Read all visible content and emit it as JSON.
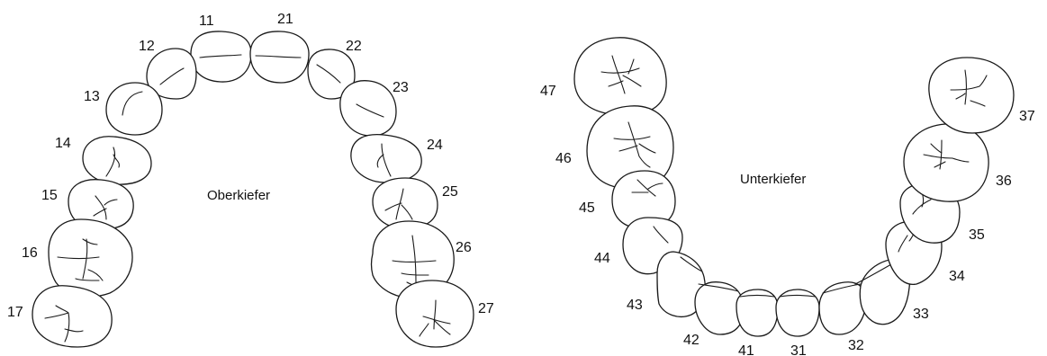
{
  "upper_jaw": {
    "label": "Oberkiefer",
    "tooth_numbers": [
      "11",
      "12",
      "13",
      "14",
      "15",
      "16",
      "17",
      "21",
      "22",
      "23",
      "24",
      "25",
      "26",
      "27"
    ]
  },
  "lower_jaw": {
    "label": "Unterkiefer",
    "tooth_numbers": [
      "31",
      "32",
      "33",
      "34",
      "35",
      "36",
      "37",
      "41",
      "42",
      "43",
      "44",
      "45",
      "46",
      "47"
    ]
  }
}
